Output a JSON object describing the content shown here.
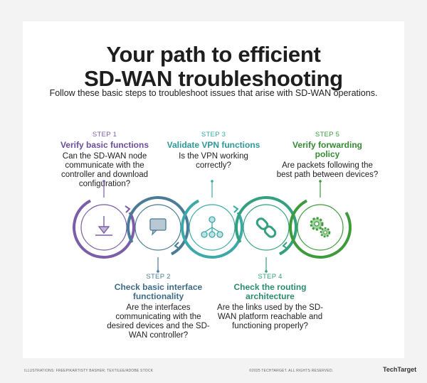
{
  "title_line1": "Your path to efficient",
  "title_line2": "SD-WAN troubleshooting",
  "subtitle": "Follow these basic steps to troubleshoot issues that arise with SD-WAN operations.",
  "steps": [
    {
      "num": "STEP 1",
      "heading": "Verify basic functions",
      "desc": "Can the SD-WAN node communicate with the controller and download configuration?",
      "color": "#7b5ea7",
      "icon": "download-icon"
    },
    {
      "num": "STEP 2",
      "heading": "Check basic interface functionality",
      "desc": "Are the interfaces communicating with the desired devices and the SD-WAN controller?",
      "color": "#4a7a96",
      "icon": "chat-bubble-icon"
    },
    {
      "num": "STEP 3",
      "heading": "Validate VPN functions",
      "desc": "Is the VPN working correctly?",
      "color": "#3aa9a8",
      "icon": "network-icon"
    },
    {
      "num": "STEP 4",
      "heading": "Check the routing architecture",
      "desc": "Are the links used by the SD-WAN platform reachable and functioning properly?",
      "color": "#33a07f",
      "icon": "link-icon"
    },
    {
      "num": "STEP 5",
      "heading": "Verify forwarding policy",
      "desc": "Are packets following the best path between devices?",
      "color": "#3f9a3c",
      "icon": "gears-icon"
    }
  ],
  "footer_left": "ILLUSTRATIONS: FREEPIKARTISTY BASHER; TEXTILEE/ADOBE STOCK",
  "footer_right": "©2025 TECHTARGET. ALL RIGHTS RESERVED.",
  "logo": "TechTarget"
}
